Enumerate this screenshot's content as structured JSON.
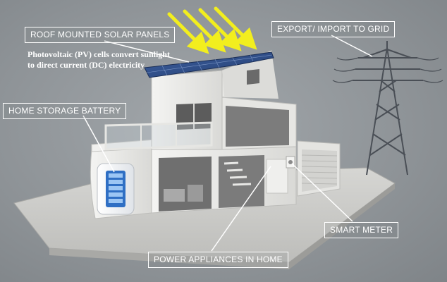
{
  "labels": {
    "roof_panels": "ROOF MOUNTED SOLAR PANELS",
    "pv_line1": "Photovoltaic (PV) cells convert sunlight",
    "pv_line2": "to direct current (DC) electricity",
    "battery": "HOME STORAGE BATTERY",
    "grid": "EXPORT/ IMPORT TO GRID",
    "meter": "SMART METER",
    "appliances": "POWER APPLIANCES IN HOME"
  },
  "colors": {
    "background": "#8e9397",
    "callout_border": "#ffffff",
    "sun_arrows": "#f2ee1e",
    "solar_panel": "#2f4f8a",
    "battery_accent": "#3c7fd6",
    "house_wall": "#ececea",
    "pylon": "#4a4f56"
  },
  "icons": {
    "sun_rays": "arrow-down-right-icon",
    "pylon": "power-pylon-icon",
    "battery": "battery-icon",
    "meter": "meter-icon"
  }
}
